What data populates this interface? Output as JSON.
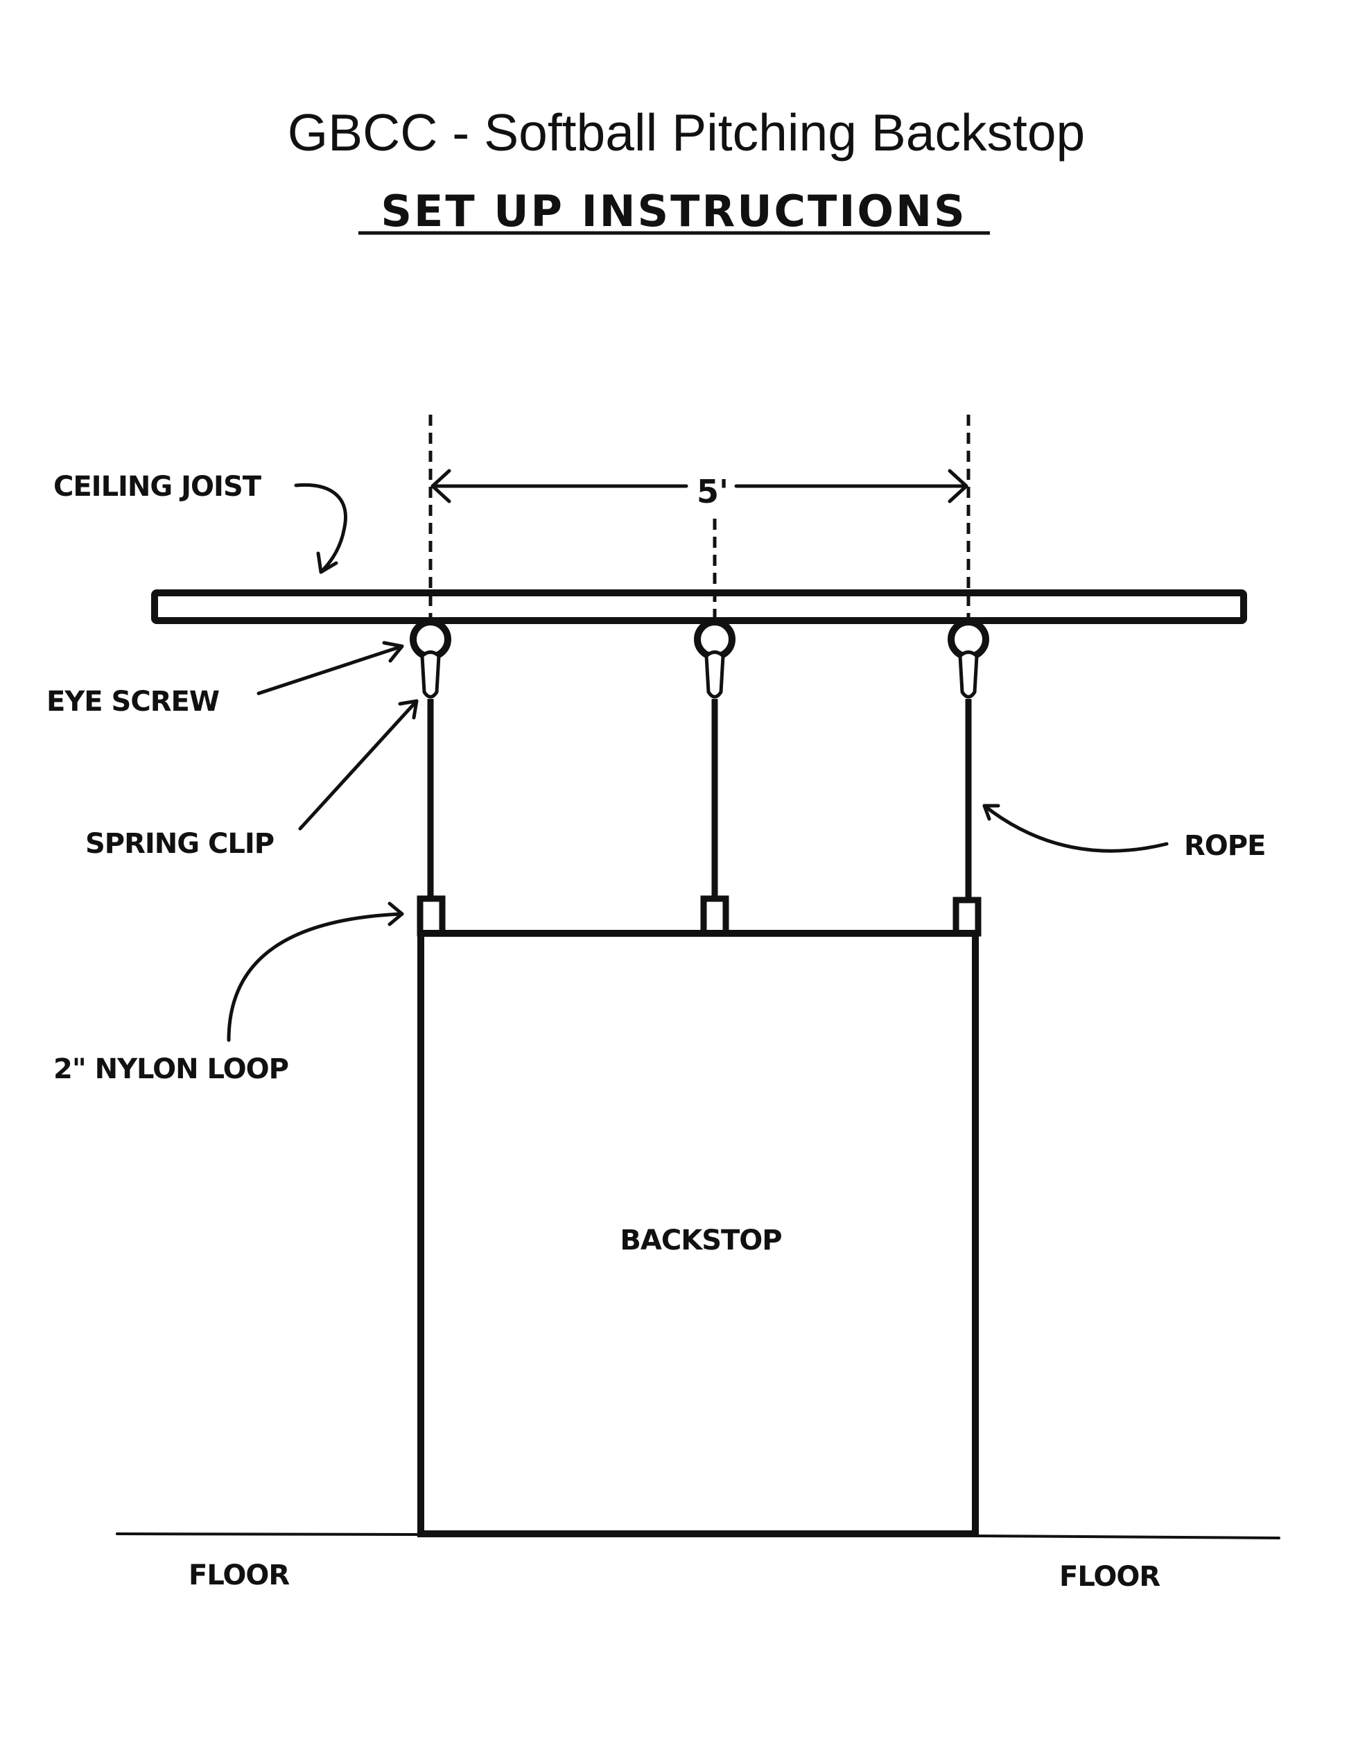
{
  "header": {
    "title": "GBCC - Softball Pitching Backstop",
    "subtitle": "SET UP INSTRUCTIONS"
  },
  "diagram": {
    "dimension_label": "5'",
    "labels": {
      "ceiling_joist": "CEILING JOIST",
      "eye_screw": "EYE SCREW",
      "spring_clip": "SPRING CLIP",
      "rope": "ROPE",
      "nylon_loop": "2\" NYLON LOOP",
      "backstop": "BACKSTOP",
      "floor_left": "FLOOR",
      "floor_right": "FLOOR"
    },
    "hanger_count": 3,
    "colors": {
      "ink": "#111111",
      "background": "#ffffff"
    }
  }
}
